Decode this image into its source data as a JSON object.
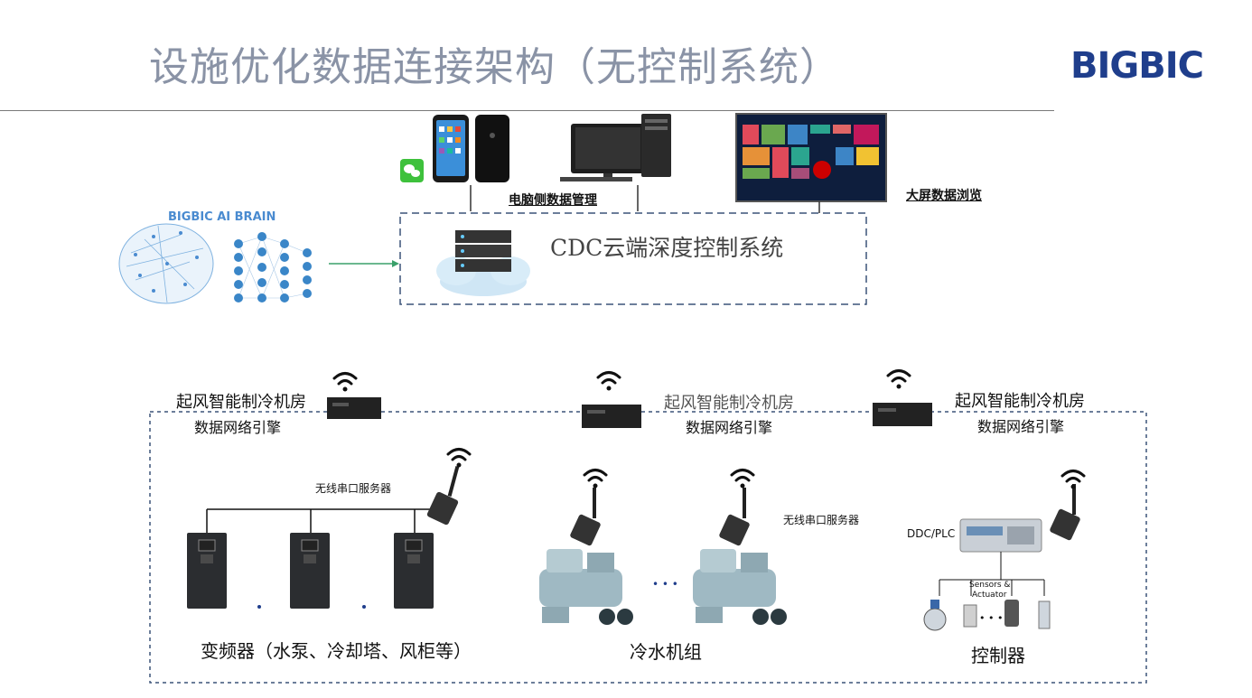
{
  "header": {
    "title": "设施优化数据连接架构（无控制系统）",
    "logo": "BIGBIC",
    "colors": {
      "title": "#8a93a6",
      "logo": "#1f3e8c"
    }
  },
  "top": {
    "pc_label": "电脑侧数据管理",
    "screen_label": "大屏数据浏览",
    "cloud_label": "CDC云端深度控制系统",
    "ai_label": "BIGBIC AI BRAIN"
  },
  "engines": [
    {
      "title": "起风智能制冷机房",
      "sub": "数据网络引擎"
    },
    {
      "title": "起风智能制冷机房",
      "sub": "数据网络引擎"
    },
    {
      "title": "起风智能制冷机房",
      "sub": "数据网络引擎"
    }
  ],
  "devices": {
    "serial_server_1": "无线串口服务器",
    "serial_server_2": "无线串口服务器",
    "ddc": "DDC/PLC",
    "sensors": "Sensors &",
    "actuator": "Actuator",
    "ellipsis": "• • •"
  },
  "bottom": {
    "vfd": "变频器（水泵、冷却塔、风柜等）",
    "chiller": "冷水机组",
    "controller": "控制器"
  }
}
